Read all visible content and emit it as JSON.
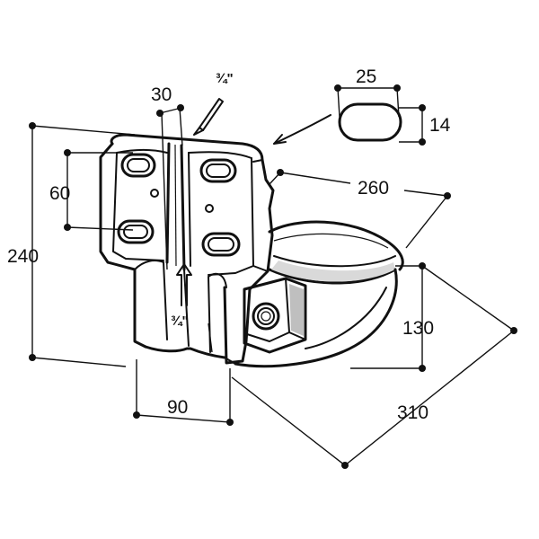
{
  "dimensions": {
    "d240": "240",
    "d60": "60",
    "d30": "30",
    "d_pipe_top": "¾\"",
    "d25": "25",
    "d14": "14",
    "d260": "260",
    "d130": "130",
    "d310": "310",
    "d90": "90",
    "d_pipe_bottom": "¾\""
  }
}
